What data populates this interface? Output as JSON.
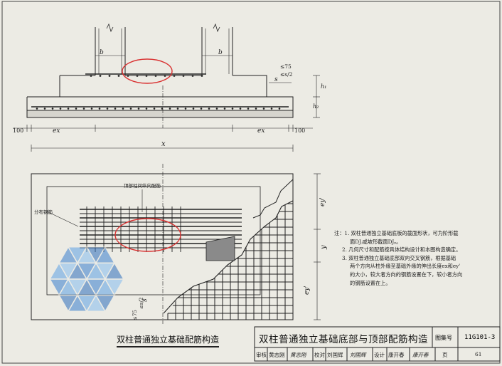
{
  "section": {
    "dims": {
      "top_b1": "b",
      "top_b2": "b",
      "le75": "≤75",
      "les2": "≤s/2",
      "s": "s",
      "h1": "h₁",
      "h2": "h₂",
      "left100": "100",
      "right100": "100",
      "ex_left": "ex",
      "ex_right": "ex",
      "x": "x"
    }
  },
  "plan": {
    "top_rebar_label": "顶部柱间纵向配筋",
    "dist_rebar_label": "分布钢筋",
    "dims": {
      "ey_top": "ey'",
      "y": "y",
      "ey_bottom": "ey'",
      "le75": "≤75",
      "les2": "≤s/2",
      "s": "s"
    }
  },
  "notes": [
    "注：1. 双柱普通独立基础底板的截面形状，可为阶形截",
    "面DJⱼ或坡形截面DJₚ。",
    "2. 几何尺寸和配筋按具体结构设计和本图构造确定。",
    "3. 双柱普通独立基础底部双向交叉钢筋，根据基础",
    "两个方向从柱外缘至基础外缘的伸出长度ex和ey'",
    "的大小，较大者方向的钢筋设置在下，较小者方向",
    "的钢筋设置在上。"
  ],
  "caption": "双柱普通独立基础配筋构造",
  "title_block": {
    "title": "双柱普通独立基础底部与顶部配筋构造",
    "atlas_label": "图集号",
    "atlas_no": "11G101-3",
    "review_label": "审核",
    "review_name": "黄志刚",
    "review_sig": "黄志刚",
    "check_label": "校对",
    "check_name": "刘国辉",
    "check_sig": "刘国辉",
    "design_label": "设计",
    "design_name": "康开春",
    "design_sig": "康开春",
    "page_label": "页",
    "page_no": "61"
  },
  "colors": {
    "highlight": "#d93030",
    "hatch": "#8a8a8a",
    "line": "#222222",
    "paper": "#ecebe4"
  }
}
